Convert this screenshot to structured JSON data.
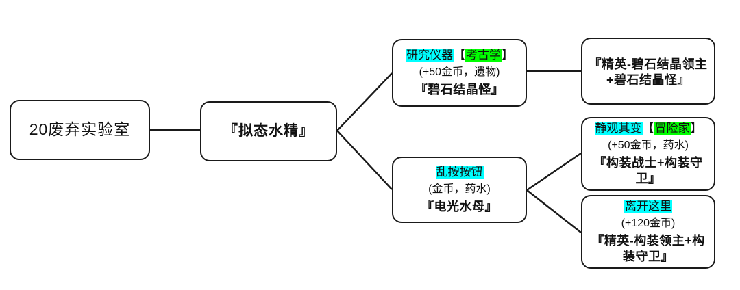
{
  "diagram": {
    "type": "event-decision-tree",
    "colors": {
      "highlight_option": "#00ffff",
      "highlight_class": "#00ff00",
      "node_border": "#1a1a1a",
      "background": "#ffffff",
      "text": "#111111"
    },
    "nodes": {
      "start": {
        "label": "20废弃实验室"
      },
      "event": {
        "label": "『拟态水精』"
      },
      "option_a": {
        "option_text": "研究仪器",
        "class_bracket_open": "【",
        "class_text": "考古学",
        "class_bracket_close": "】",
        "reward": "(+50金币，遗物)",
        "monster": "『碧石结晶怪』"
      },
      "option_b": {
        "option_text": "乱按按钮",
        "reward": "(金币，药水)",
        "monster": "『电光水母』"
      },
      "result_a": {
        "label": "『精英-碧石结晶领主+碧石结晶怪』"
      },
      "result_b": {
        "option_text": "静观其变",
        "class_bracket_open": "【",
        "class_text": "冒险家",
        "class_bracket_close": "】",
        "reward": "(+50金币，药水)",
        "monster": "『构装战士+构装守卫』"
      },
      "result_c": {
        "option_text": "离开这里",
        "reward": "(+120金币)",
        "monster": "『精英-构装领主+构装守卫』"
      }
    },
    "edges": [
      {
        "from": "start",
        "to": "event",
        "style": "straight-horizontal"
      },
      {
        "from": "event",
        "to": "option_a",
        "style": "diagonal-up"
      },
      {
        "from": "event",
        "to": "option_b",
        "style": "diagonal-down"
      },
      {
        "from": "option_a",
        "to": "result_a",
        "style": "straight-horizontal"
      },
      {
        "from": "option_b",
        "to": "result_b",
        "style": "diagonal-up"
      },
      {
        "from": "option_b",
        "to": "result_c",
        "style": "diagonal-down"
      }
    ]
  }
}
